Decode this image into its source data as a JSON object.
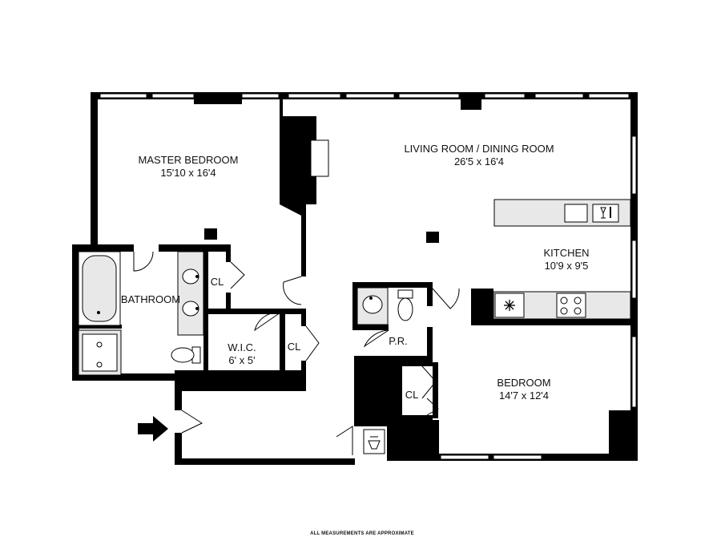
{
  "rooms": {
    "master_bedroom": {
      "name": "MASTER BEDROOM",
      "dims": "15'10 x 16'4"
    },
    "living_dining": {
      "name": "LIVING ROOM / DINING ROOM",
      "dims": "26'5 x 16'4"
    },
    "kitchen": {
      "name": "KITCHEN",
      "dims": "10'9 x 9'5"
    },
    "bathroom": {
      "name": "BATHROOM"
    },
    "closet_1": {
      "name": "CL"
    },
    "closet_2": {
      "name": "CL"
    },
    "closet_3": {
      "name": "CL"
    },
    "wic": {
      "name": "W.I.C.",
      "dims": "6' x 5'"
    },
    "powder_room": {
      "name": "P.R."
    },
    "bedroom": {
      "name": "BEDROOM",
      "dims": "14'7 x 12'4"
    }
  },
  "footer": "ALL MEASUREMENTS ARE APPROXIMATE",
  "icons": [
    "entry-arrow-icon",
    "snowflake-icon",
    "wine-glass-icon",
    "bottle-icon",
    "washer-icon"
  ],
  "colors": {
    "wall": "#000000",
    "background": "#ffffff",
    "fixture_fill": "#e8e8e8"
  }
}
